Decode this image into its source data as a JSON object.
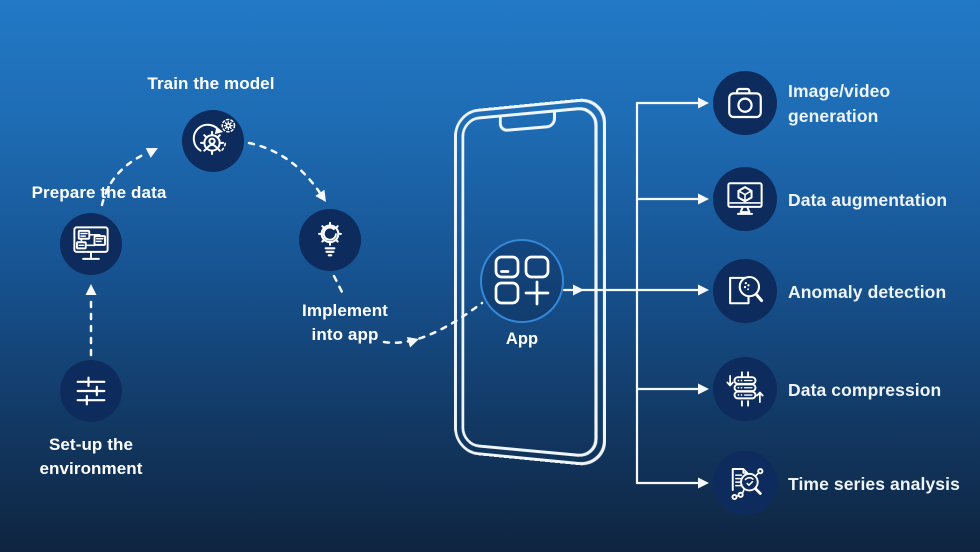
{
  "colors": {
    "background_top": "#2279c6",
    "background_bottom": "#0f2440",
    "icon_circle": "#0d2b5c",
    "app_ring": "#3488d8",
    "line_and_text": "#f5f9fd"
  },
  "flow": {
    "steps": [
      {
        "id": "setup",
        "label_lines": [
          "Set-up the",
          "environment"
        ],
        "icon": "sliders-icon"
      },
      {
        "id": "prepare",
        "label_lines": [
          "Prepare the data"
        ],
        "icon": "network-monitor-icon"
      },
      {
        "id": "train",
        "label_lines": [
          "Train the model"
        ],
        "icon": "gear-person-icon"
      },
      {
        "id": "implement",
        "label_lines": [
          "Implement",
          "into app"
        ],
        "icon": "gear-bulb-icon"
      }
    ],
    "app_label": "App"
  },
  "outputs": [
    {
      "label_lines": [
        "Image/video",
        "generation"
      ],
      "icon": "camera-icon"
    },
    {
      "label_lines": [
        "Data augmentation"
      ],
      "icon": "monitor-cube-icon"
    },
    {
      "label_lines": [
        "Anomaly detection"
      ],
      "icon": "magnifier-dots-icon"
    },
    {
      "label_lines": [
        "Data compression"
      ],
      "icon": "compressed-stack-icon"
    },
    {
      "label_lines": [
        "Time series analysis"
      ],
      "icon": "clock-magnifier-icon"
    }
  ]
}
